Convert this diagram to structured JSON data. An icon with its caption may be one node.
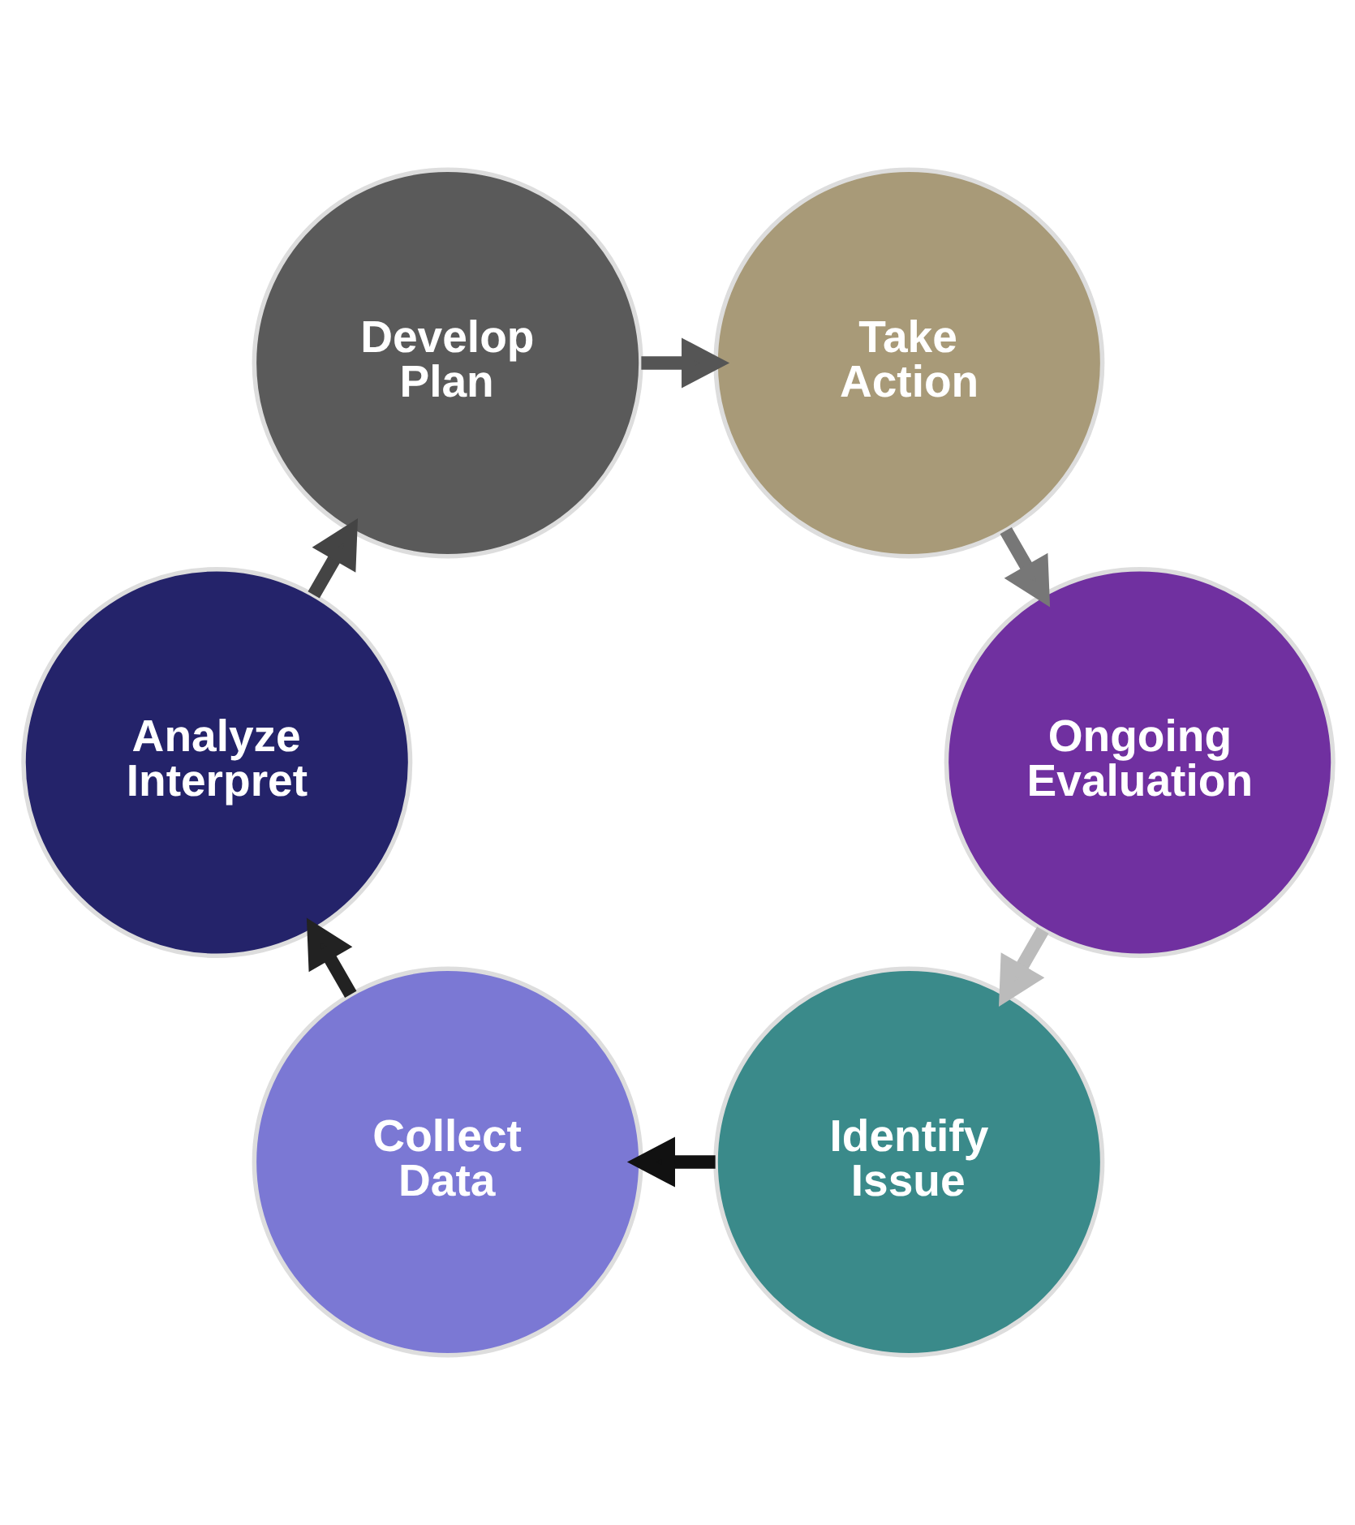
{
  "diagram": {
    "nodes": [
      {
        "text": [
          "Identify Issue"
        ]
      },
      {
        "text": [
          "Collect Data"
        ]
      },
      {
        "text": [
          "Analyze Interpret"
        ]
      },
      {
        "text": [
          "Develop Plan"
        ]
      },
      {
        "text": [
          "Take Action"
        ]
      },
      {
        "text": [
          "Ongoing Evaluation"
        ]
      }
    ],
    "edges": [
      {
        "from": 0,
        "to": 1,
        "arrow": "to",
        "color": "#111111"
      },
      {
        "from": 1,
        "to": 2,
        "arrow": "to",
        "color": "#222222"
      },
      {
        "from": 2,
        "to": 3,
        "arrow": "to",
        "color": "#444444"
      },
      {
        "from": 3,
        "to": 4,
        "arrow": "to",
        "color": "#555555"
      },
      {
        "from": 4,
        "to": 5,
        "arrow": "to",
        "color": "#777777"
      },
      {
        "from": 5,
        "to": 0,
        "arrow": "to",
        "color": "#bbbbbb"
      }
    ]
  }
}
